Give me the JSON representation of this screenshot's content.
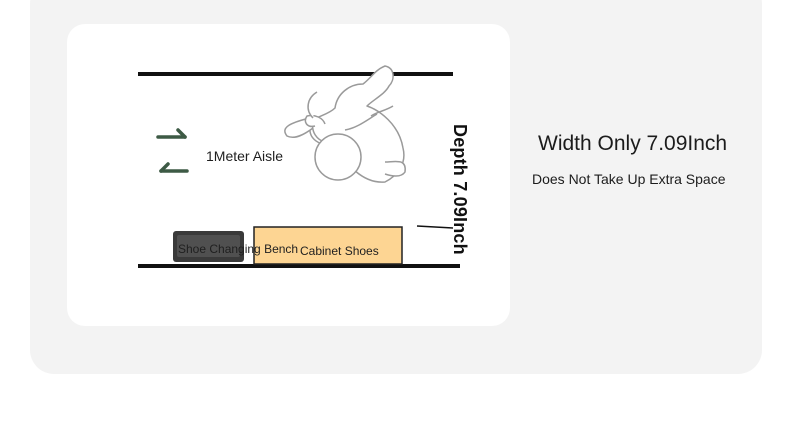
{
  "illustration": {
    "aisle_label": "1Meter Aisle",
    "bench_label": "Shoe Changing Bench",
    "cabinet_label": "Cabinet Shoes",
    "depth_label": "Depth 7.09Inch",
    "arrow_color": "#3d5a45",
    "cabinet_color": "#fdd593",
    "bench_color": "#3a3a3a",
    "arrow_icons": [
      "arrow-right-icon",
      "arrow-left-icon"
    ],
    "person_icon": "person-top-view-icon"
  },
  "info": {
    "title": "Width Only 7.09Inch",
    "subtitle": "Does Not Take Up Extra Space"
  }
}
